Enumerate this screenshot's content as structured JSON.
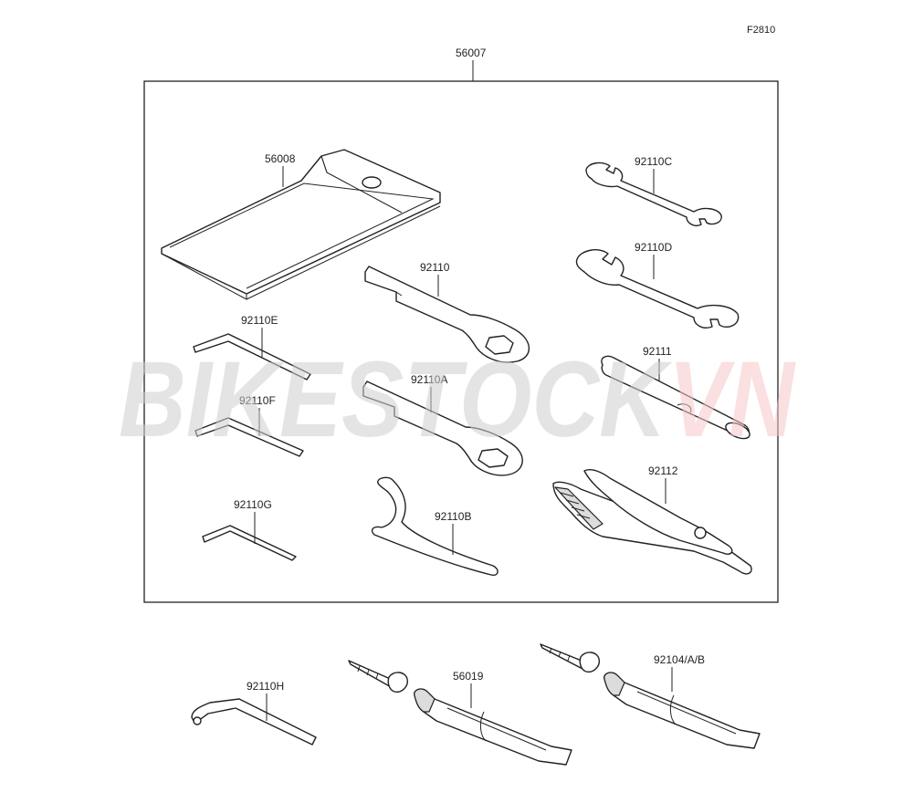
{
  "figure_code": "F2810",
  "watermark": {
    "left_text": "BIKESTOCK",
    "right_text": "VN",
    "left_color": "#cfcfcf",
    "right_color": "#f6c7c7"
  },
  "kit": {
    "part_number": "56007"
  },
  "parts": {
    "p56008": "56008",
    "p92110": "92110",
    "p92110A": "92110A",
    "p92110B": "92110B",
    "p92110C": "92110C",
    "p92110D": "92110D",
    "p92110E": "92110E",
    "p92110F": "92110F",
    "p92110G": "92110G",
    "p92110H": "92110H",
    "p92111": "92111",
    "p92112": "92112",
    "p56019": "56019",
    "p92104": "92104/A/B"
  }
}
